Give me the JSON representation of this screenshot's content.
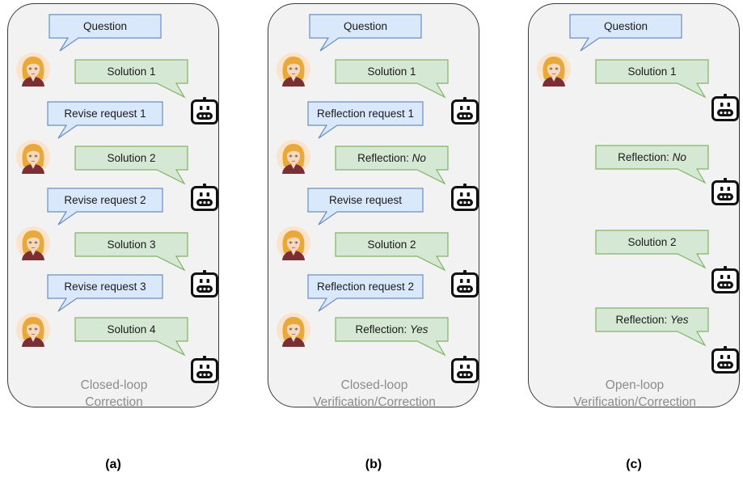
{
  "panels": [
    {
      "id": "a",
      "caption_line1": "Closed-loop",
      "caption_line2": "Correction",
      "label": "(a)",
      "messages": [
        {
          "speaker": "human",
          "text": "Question",
          "italic": ""
        },
        {
          "speaker": "robot",
          "text": "Solution 1",
          "italic": ""
        },
        {
          "speaker": "human",
          "text": "Revise request 1",
          "italic": ""
        },
        {
          "speaker": "robot",
          "text": "Solution 2",
          "italic": ""
        },
        {
          "speaker": "human",
          "text": "Revise request 2",
          "italic": ""
        },
        {
          "speaker": "robot",
          "text": "Solution 3",
          "italic": ""
        },
        {
          "speaker": "human",
          "text": "Revise request 3",
          "italic": ""
        },
        {
          "speaker": "robot",
          "text": "Solution 4",
          "italic": ""
        }
      ]
    },
    {
      "id": "b",
      "caption_line1": "Closed-loop",
      "caption_line2": "Verification/Correction",
      "label": "(b)",
      "messages": [
        {
          "speaker": "human",
          "text": "Question",
          "italic": ""
        },
        {
          "speaker": "robot",
          "text": "Solution 1",
          "italic": ""
        },
        {
          "speaker": "human",
          "text": "Reflection request 1",
          "italic": ""
        },
        {
          "speaker": "robot",
          "text": "Reflection: ",
          "italic": "No"
        },
        {
          "speaker": "human",
          "text": "Revise request",
          "italic": ""
        },
        {
          "speaker": "robot",
          "text": "Solution 2",
          "italic": ""
        },
        {
          "speaker": "human",
          "text": "Reflection request 2",
          "italic": ""
        },
        {
          "speaker": "robot",
          "text": "Reflection: ",
          "italic": "Yes"
        }
      ]
    },
    {
      "id": "c",
      "caption_line1": "Open-loop",
      "caption_line2": "Verification/Correction",
      "label": "(c)",
      "messages": [
        {
          "speaker": "human",
          "text": "Question",
          "italic": ""
        },
        {
          "speaker": "robot",
          "text": "Solution 1",
          "italic": ""
        },
        {
          "speaker": "robot",
          "text": "Reflection: ",
          "italic": "No"
        },
        {
          "speaker": "robot",
          "text": "Solution 2",
          "italic": ""
        },
        {
          "speaker": "robot",
          "text": "Reflection: ",
          "italic": "Yes"
        }
      ]
    }
  ],
  "colors": {
    "human_bubble_fill": "#dae8fc",
    "human_bubble_stroke": "#6c8ebf",
    "robot_bubble_fill": "#d5e8d4",
    "robot_bubble_stroke": "#82b366",
    "panel_fill": "#f2f2f2",
    "panel_stroke": "#3a3a3a",
    "caption_text": "#8c8c8c",
    "human_hair": "#e8a93a",
    "human_skin": "#f7d9bf",
    "human_shirt": "#7a2f34",
    "avatar_background": "#fbe3cc"
  },
  "icons": {
    "human": "human-avatar-icon",
    "robot": "robot-icon"
  }
}
